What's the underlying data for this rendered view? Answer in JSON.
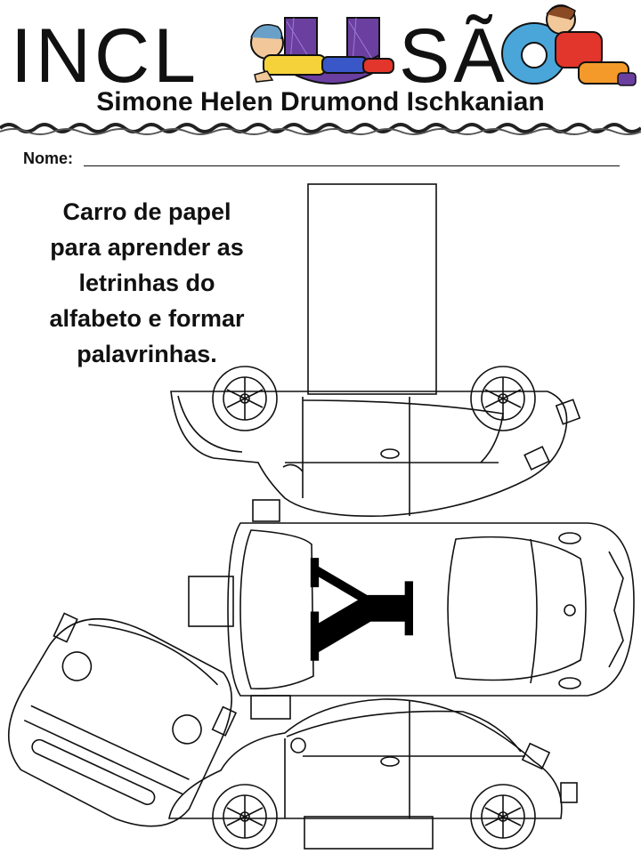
{
  "header": {
    "logo_left": "INCL",
    "logo_middle": "U",
    "logo_right": "SÃ",
    "logo_end": "O",
    "author": "Simone Helen Drumond Ischkanian"
  },
  "form": {
    "name_label": "Nome:"
  },
  "instructions": {
    "line1": "Carro de papel",
    "line2": "para aprender as",
    "line3": "letrinhas do",
    "line4": "alfabeto e formar",
    "line5": "palavrinhas."
  },
  "cutout": {
    "letter": "Y"
  },
  "colors": {
    "ink": "#111111",
    "logo_blue": "#3a57c8",
    "logo_purple": "#6b3fa0",
    "logo_yellow": "#f5d23a",
    "logo_red": "#e2352b"
  }
}
